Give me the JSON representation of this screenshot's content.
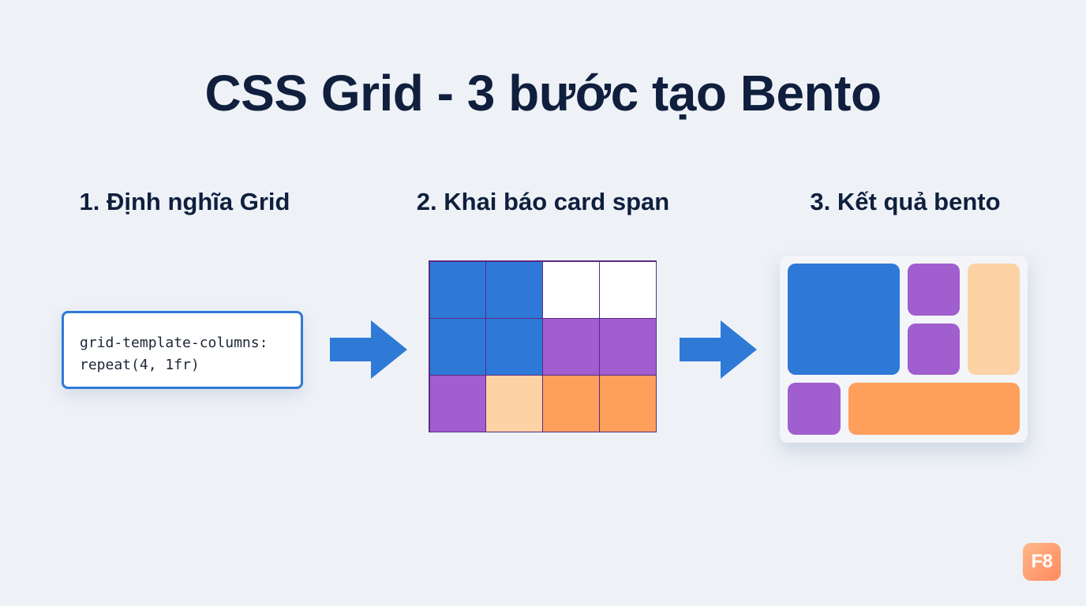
{
  "title": "CSS Grid - 3 bước tạo Bento",
  "steps": [
    {
      "label": "1. Định nghĩa Grid"
    },
    {
      "label": "2. Khai báo card span"
    },
    {
      "label": "3. Kết quả bento"
    }
  ],
  "code": {
    "line1": "grid-template-columns:",
    "line2": "repeat(4, 1fr)"
  },
  "colors": {
    "blue": "#2e78d7",
    "purple": "#a05ecf",
    "peach": "#fdd2a4",
    "orange": "#ff9f5c",
    "empty": "#ffffff",
    "arrow": "#2f7ad6",
    "title": "#0f1f3d"
  },
  "grid_cells": [
    [
      "blue",
      "blue",
      "empty",
      "empty"
    ],
    [
      "blue",
      "blue",
      "purple",
      "purple"
    ],
    [
      "purple",
      "peach",
      "orange",
      "orange"
    ]
  ],
  "logo": {
    "text": "F8"
  }
}
